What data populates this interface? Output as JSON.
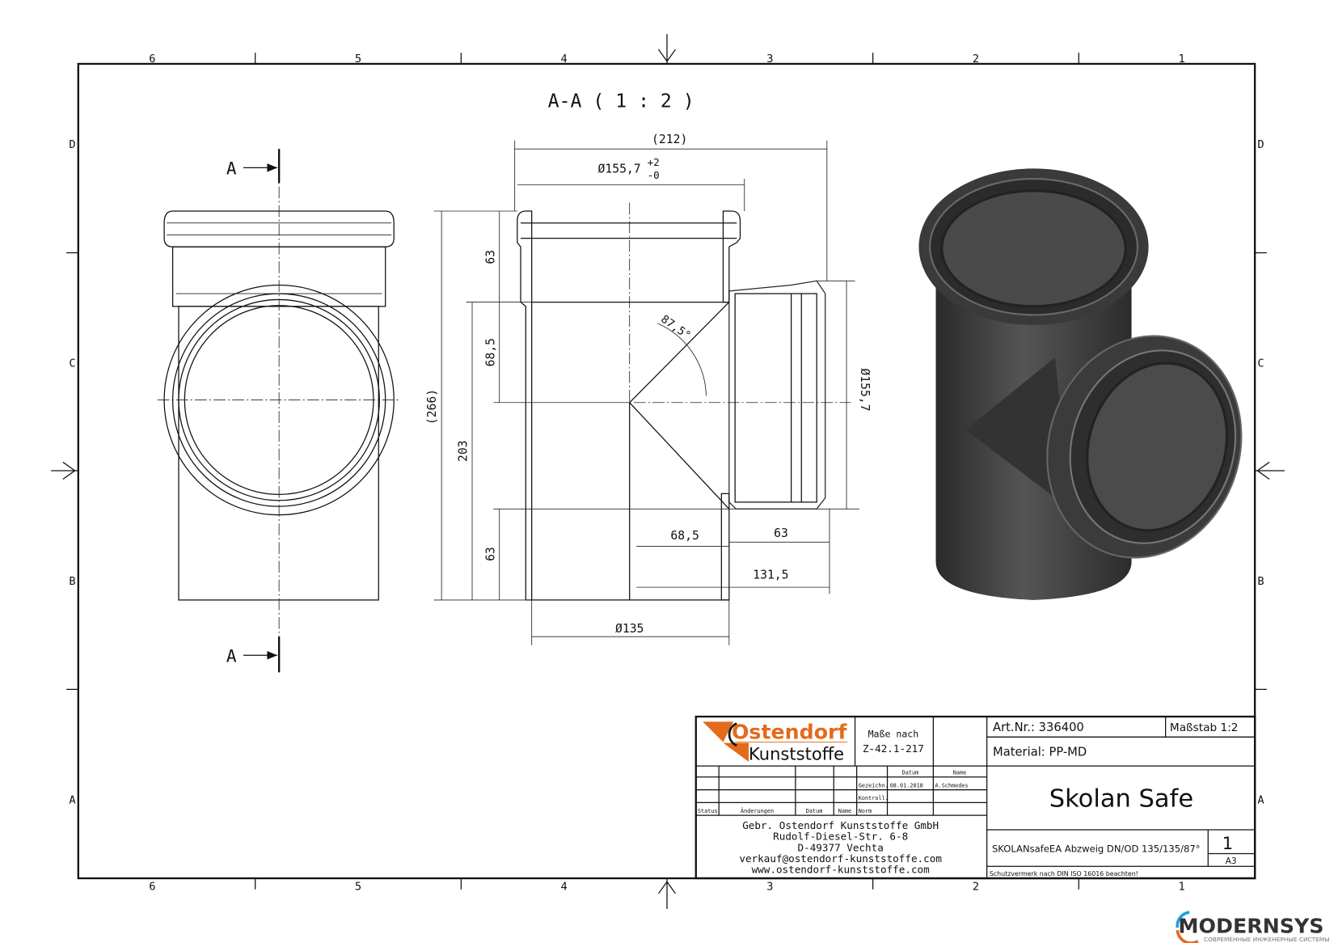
{
  "frame": {
    "columns": [
      "6",
      "5",
      "4",
      "3",
      "2",
      "1"
    ],
    "rows": [
      "D",
      "C",
      "B",
      "A"
    ]
  },
  "section_title": "A-A ( 1 : 2 )",
  "section_marks": [
    "A",
    "A"
  ],
  "dimensions": {
    "overall_width": "(212)",
    "socket_diameter": "Ø155,7",
    "tol_plus": "+2",
    "tol_minus": "-0",
    "overall_height": "(266)",
    "height_203": "203",
    "top_socket": "63",
    "upper_685": "68,5",
    "bottom_63": "63",
    "branch_685": "68,5",
    "branch_63": "63",
    "branch_1315": "131,5",
    "pipe_diameter": "Ø135",
    "branch_diameter": "Ø155,7",
    "angle": "87,5°"
  },
  "title_block": {
    "brand_top": "Ostendorf",
    "brand_bottom": "Kunststoffe",
    "standard_label": "Maße nach",
    "standard_value": "Z-42.1-217",
    "col_datum": "Datum",
    "col_name": "Name",
    "gezeichnet": "Gezeichn.",
    "date": "08.01.2018",
    "drawer": "A.Schmedes",
    "kontroll": "Kontroll.",
    "norm": "Norm",
    "status": "Status",
    "aenderungen": "Änderungen",
    "datum2": "Datum",
    "name2": "Name",
    "company": [
      "Gebr. Ostendorf Kunststoffe GmbH",
      "Rudolf-Diesel-Str. 6-8",
      "D-49377 Vechta",
      "verkauf@ostendorf-kunststoffe.com",
      "www.ostendorf-kunststoffe.com"
    ],
    "art_nr": "Art.Nr.: 336400",
    "scale": "Maßstab 1:2",
    "material": "Material: PP-MD",
    "product": "Skolan Safe",
    "description": "SKOLANsafeEA Abzweig DN/OD 135/135/87°",
    "sheet": "1",
    "format": "A3",
    "notice": "Schutzvermerk nach DIN ISO 16016 beachten!"
  },
  "watermark": {
    "name": "MODERNSYS",
    "tagline": "СОВРЕМЕННЫЕ ИНЖЕНЕРНЫЕ СИСТЕМЫ"
  },
  "colors": {
    "brand_orange": "#e36b1c",
    "render_gray": "#3c3c3c"
  }
}
